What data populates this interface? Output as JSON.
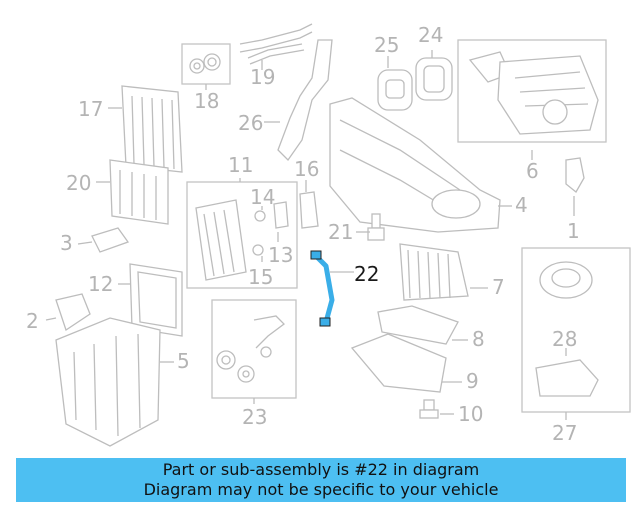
{
  "diagram": {
    "callouts": [
      "1",
      "2",
      "3",
      "4",
      "5",
      "6",
      "7",
      "8",
      "9",
      "10",
      "11",
      "12",
      "13",
      "14",
      "15",
      "16",
      "17",
      "18",
      "19",
      "20",
      "21",
      "22",
      "23",
      "24",
      "25",
      "26",
      "27",
      "28"
    ],
    "highlighted": "22"
  },
  "banner": {
    "line1": "Part or sub-assembly is #22 in diagram",
    "line2": "Diagram may not be specific to your vehicle"
  },
  "colors": {
    "banner": "#4dbff2",
    "highlight": "#3aaee8",
    "linework": "#bdbdbd"
  }
}
